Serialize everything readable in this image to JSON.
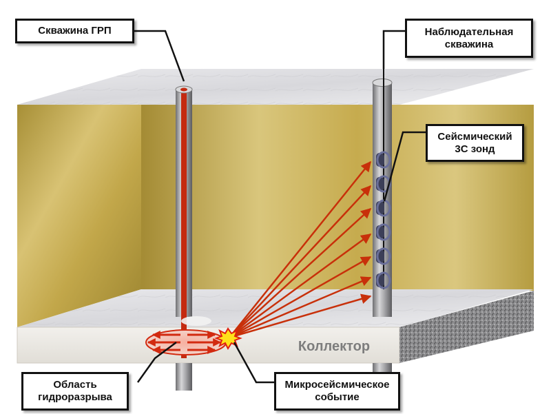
{
  "labels": {
    "frac_well": "Скважина ГРП",
    "observation_well_line1": "Наблюдательная",
    "observation_well_line2": "скважина",
    "seismic_probe_line1": "Сейсмический",
    "seismic_probe_line2": "3С зонд",
    "reservoir": "Коллектор",
    "frac_area_line1": "Область",
    "frac_area_line2": "гидроразрыва",
    "microseismic_line1": "Микросейсмическое",
    "microseismic_line2": "событие"
  },
  "colors": {
    "ray": "#c8300a",
    "callout_border": "#111111",
    "sandstone": "#c9b04e",
    "reservoir": "#ece9e3",
    "marble": "#e4e4e6",
    "probe": "#6a6f9a"
  },
  "geophone_count": 6,
  "ray_count": 7
}
